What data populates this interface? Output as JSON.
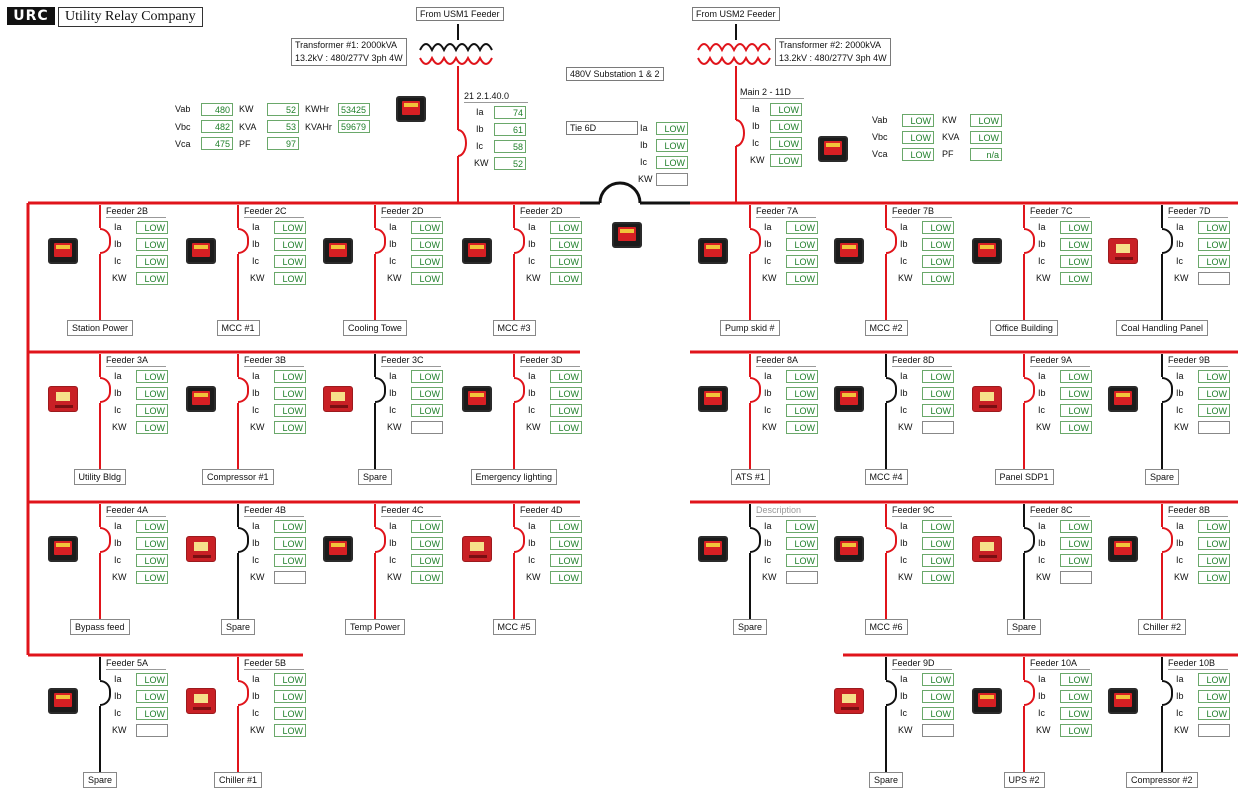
{
  "header": {
    "logo_text": "URC",
    "company_name": "Utility Relay Company"
  },
  "sources": {
    "usm1": "From USM1 Feeder",
    "usm2": "From USM2 Feeder",
    "xfmr1_line1": "Transformer #1: 2000kVA",
    "xfmr1_line2": "13.2kV : 480/277V 3ph 4W",
    "xfmr2_line1": "Transformer #2: 2000kVA",
    "xfmr2_line2": "13.2kV : 480/277V 3ph 4W",
    "substation": "480V Substation 1 & 2"
  },
  "meter_left": {
    "labels": [
      "Vab",
      "Vbc",
      "Vca",
      "KW",
      "KVA",
      "PF",
      "KWHr",
      "KVAHr"
    ],
    "vab": "480",
    "vbc": "482",
    "vca": "475",
    "kw": "52",
    "kva": "53",
    "pf": "97",
    "kwhr": "53425",
    "kvahr": "59679"
  },
  "meter_right": {
    "labels": [
      "Vab",
      "Vbc",
      "Vca",
      "KW",
      "KVA",
      "PF"
    ],
    "vab": "LOW",
    "vbc": "LOW",
    "vca": "LOW",
    "kw": "LOW",
    "kva": "LOW",
    "pf": "n/a"
  },
  "main1": {
    "title": "21    2.1.40.0",
    "ia": "74",
    "ib": "61",
    "ic": "58",
    "kw": "52"
  },
  "main2": {
    "title": "Main 2 - 11D",
    "ia": "LOW",
    "ib": "LOW",
    "ic": "LOW",
    "kw": "LOW"
  },
  "tie": {
    "title": "Tie 6D",
    "ia": "LOW",
    "ib": "LOW",
    "ic": "LOW",
    "kw": ""
  },
  "row_labels": {
    "ia": "Ia",
    "ib": "Ib",
    "ic": "Ic",
    "kw": "KW"
  },
  "feeders": [
    {
      "title": "Feeder 2B",
      "desc": "Station Power",
      "vals": [
        "LOW",
        "LOW",
        "LOW",
        "LOW"
      ]
    },
    {
      "title": "Feeder 2C",
      "desc": "MCC #1",
      "vals": [
        "LOW",
        "LOW",
        "LOW",
        "LOW"
      ]
    },
    {
      "title": "Feeder 2D",
      "desc": "Cooling Towe",
      "vals": [
        "LOW",
        "LOW",
        "LOW",
        "LOW"
      ]
    },
    {
      "title": "Feeder 2D",
      "desc": "MCC #3",
      "vals": [
        "LOW",
        "LOW",
        "LOW",
        "LOW"
      ]
    },
    {
      "title": "Feeder 7A",
      "desc": "Pump skid #",
      "vals": [
        "LOW",
        "LOW",
        "LOW",
        "LOW"
      ]
    },
    {
      "title": "Feeder 7B",
      "desc": "MCC #2",
      "vals": [
        "LOW",
        "LOW",
        "LOW",
        "LOW"
      ]
    },
    {
      "title": "Feeder 7C",
      "desc": "Office Building",
      "vals": [
        "LOW",
        "LOW",
        "LOW",
        "LOW"
      ]
    },
    {
      "title": "Feeder 7D",
      "desc": "Coal Handling Panel",
      "vals": [
        "LOW",
        "LOW",
        "LOW",
        ""
      ]
    },
    {
      "title": "Feeder 3A",
      "desc": "Utility Bldg",
      "vals": [
        "LOW",
        "LOW",
        "LOW",
        "LOW"
      ]
    },
    {
      "title": "Feeder 3B",
      "desc": "Compressor #1",
      "vals": [
        "LOW",
        "LOW",
        "LOW",
        "LOW"
      ]
    },
    {
      "title": "Feeder 3C",
      "desc": "Spare",
      "vals": [
        "LOW",
        "LOW",
        "LOW",
        ""
      ]
    },
    {
      "title": "Feeder 3D",
      "desc": "Emergency lighting",
      "vals": [
        "LOW",
        "LOW",
        "LOW",
        "LOW"
      ]
    },
    {
      "title": "Feeder 8A",
      "desc": "ATS #1",
      "vals": [
        "LOW",
        "LOW",
        "LOW",
        "LOW"
      ]
    },
    {
      "title": "Feeder 8D",
      "desc": "MCC #4",
      "vals": [
        "LOW",
        "LOW",
        "LOW",
        ""
      ]
    },
    {
      "title": "Feeder 9A",
      "desc": "Panel SDP1",
      "vals": [
        "LOW",
        "LOW",
        "LOW",
        "LOW"
      ]
    },
    {
      "title": "Feeder 9B",
      "desc": "Spare",
      "vals": [
        "LOW",
        "LOW",
        "LOW",
        ""
      ]
    },
    {
      "title": "Feeder 4A",
      "desc": "Bypass feed",
      "vals": [
        "LOW",
        "LOW",
        "LOW",
        "LOW"
      ]
    },
    {
      "title": "Feeder 4B",
      "desc": "Spare",
      "vals": [
        "LOW",
        "LOW",
        "LOW",
        ""
      ]
    },
    {
      "title": "Feeder 4C",
      "desc": "Temp Power",
      "vals": [
        "LOW",
        "LOW",
        "LOW",
        "LOW"
      ]
    },
    {
      "title": "Feeder 4D",
      "desc": "MCC #5",
      "vals": [
        "LOW",
        "LOW",
        "LOW",
        "LOW"
      ]
    },
    {
      "title": "Description",
      "desc": "Spare",
      "vals": [
        "LOW",
        "LOW",
        "LOW",
        ""
      ]
    },
    {
      "title": "Feeder 9C",
      "desc": "MCC #6",
      "vals": [
        "LOW",
        "LOW",
        "LOW",
        "LOW"
      ]
    },
    {
      "title": "Feeder 8C",
      "desc": "Spare",
      "vals": [
        "LOW",
        "LOW",
        "LOW",
        ""
      ]
    },
    {
      "title": "Feeder 8B",
      "desc": "Chiller #2",
      "vals": [
        "LOW",
        "LOW",
        "LOW",
        "LOW"
      ]
    },
    {
      "title": "Feeder 5A",
      "desc": "Spare",
      "vals": [
        "LOW",
        "LOW",
        "LOW",
        ""
      ]
    },
    {
      "title": "Feeder 5B",
      "desc": "Chiller #1",
      "vals": [
        "LOW",
        "LOW",
        "LOW",
        "LOW"
      ]
    },
    {
      "title": "Feeder 9D",
      "desc": "Spare",
      "vals": [
        "LOW",
        "LOW",
        "LOW",
        ""
      ]
    },
    {
      "title": "Feeder 10A",
      "desc": "UPS #2",
      "vals": [
        "LOW",
        "LOW",
        "LOW",
        "LOW"
      ]
    },
    {
      "title": "Feeder 10B",
      "desc": "Compressor #2",
      "vals": [
        "LOW",
        "LOW",
        "LOW",
        ""
      ]
    }
  ]
}
